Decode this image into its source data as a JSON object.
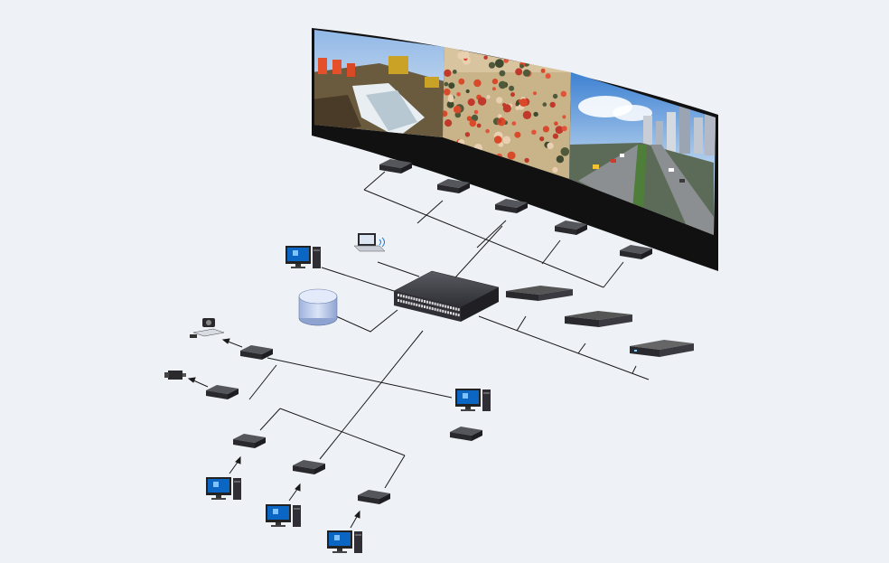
{
  "colors": {
    "background": "#eef2f7",
    "wire": "#1a1a1a",
    "device_dark": "#2a2a2e",
    "device_light": "#4a4a52",
    "wall_frame": "#101010",
    "screen_blue": "#0a66c2",
    "storage_blue": "#b9c9ea"
  },
  "video_wall": {
    "panels": [
      {
        "scene": "flood-rescue-workers"
      },
      {
        "scene": "soldiers-crowd"
      },
      {
        "scene": "city-highway"
      }
    ]
  },
  "icons": {
    "decoder": "decoder-box-icon",
    "encoder": "encoder-box-icon",
    "switch": "network-switch-icon",
    "server": "rack-server-icon",
    "storage": "storage-cylinder-icon",
    "workstation": "desktop-pc-icon",
    "laptop": "laptop-icon",
    "camera": "box-camera-icon",
    "conference": "video-conference-terminal-icon"
  }
}
